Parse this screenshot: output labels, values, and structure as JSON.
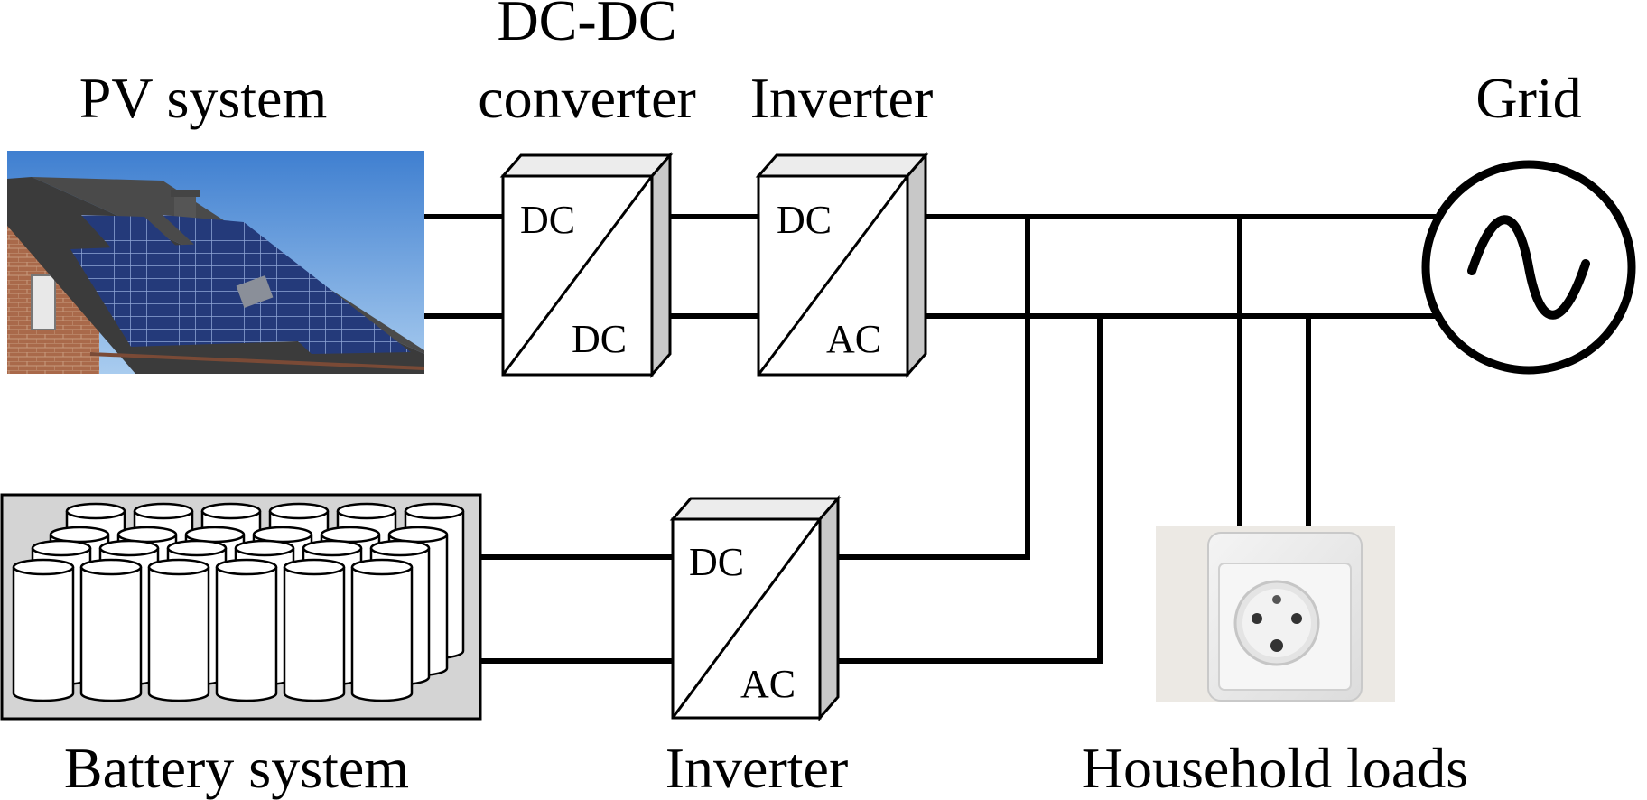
{
  "labels": {
    "pv_system": "PV system",
    "dcdc_title_line1": "DC-DC",
    "dcdc_title_line2": "converter",
    "inverter_top": "Inverter",
    "grid": "Grid",
    "battery_system": "Battery system",
    "inverter_bottom": "Inverter",
    "household_loads": "Household loads"
  },
  "converters": {
    "dcdc": {
      "in": "DC",
      "out": "DC"
    },
    "pv_inverter": {
      "in": "DC",
      "out": "AC"
    },
    "battery_inverter": {
      "in": "DC",
      "out": "AC"
    }
  },
  "icons": {
    "pv_photo": "solar-roof-icon",
    "grid_symbol": "ac-sine-icon",
    "battery": "battery-cells-icon",
    "socket": "power-socket-icon"
  },
  "colors": {
    "sky_top": "#3f7fd0",
    "sky_bottom": "#a9ccef",
    "roof": "#3b3b3b",
    "panel": "#243a7a",
    "brick": "#a9694a"
  }
}
